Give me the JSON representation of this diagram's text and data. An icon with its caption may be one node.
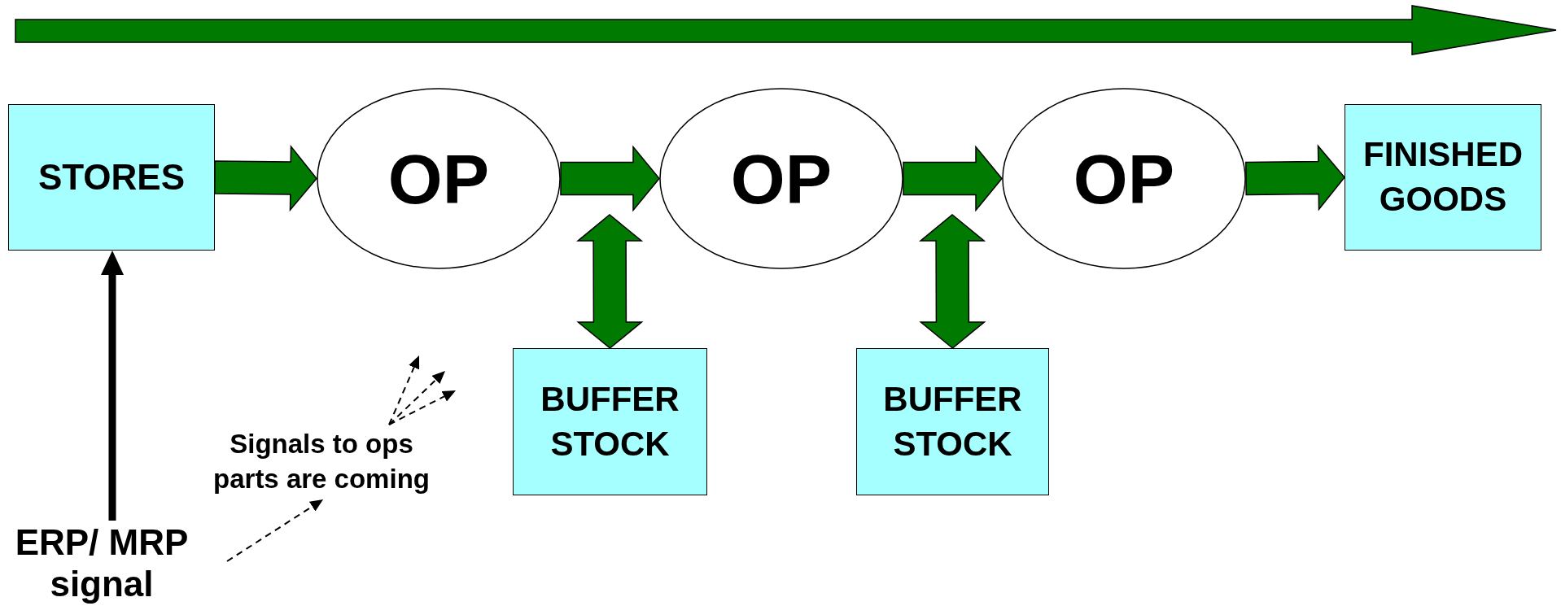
{
  "diagram": {
    "nodes": [
      {
        "text": [
          "STORES"
        ]
      },
      {
        "text": [
          "OP"
        ]
      },
      {
        "text": [
          "OP"
        ]
      },
      {
        "text": [
          "OP"
        ]
      },
      {
        "text": [
          "FINISHED GOODS"
        ]
      },
      {
        "text": [
          "BUFFER STOCK"
        ]
      },
      {
        "text": [
          "BUFFER STOCK"
        ]
      },
      {
        "text": [
          "ERP/ MRP signal"
        ]
      },
      {
        "text": [
          "Signals to ops parts are coming"
        ]
      }
    ],
    "edges": [
      {
        "from": 0,
        "to": 1,
        "arrow": "to"
      },
      {
        "from": 1,
        "to": 2,
        "arrow": "to"
      },
      {
        "from": 2,
        "to": 3,
        "arrow": "to"
      },
      {
        "from": 3,
        "to": 4,
        "arrow": "to"
      },
      {
        "from": 5,
        "to": null,
        "arrow": "both"
      },
      {
        "from": 6,
        "to": null,
        "arrow": "both"
      },
      {
        "from": 7,
        "to": 0,
        "arrow": "to",
        "style": "thick",
        "color": "#000000"
      },
      {
        "from": 8,
        "to": null,
        "arrow": "to",
        "style": "dashed",
        "color": "#000000"
      },
      {
        "from": 8,
        "to": null,
        "arrow": "to",
        "style": "dashed",
        "color": "#000000"
      },
      {
        "from": 8,
        "to": null,
        "arrow": "to",
        "style": "dashed",
        "color": "#000000"
      },
      {
        "from": null,
        "to": 8,
        "arrow": "to",
        "style": "dashed",
        "color": "#000000"
      }
    ]
  }
}
